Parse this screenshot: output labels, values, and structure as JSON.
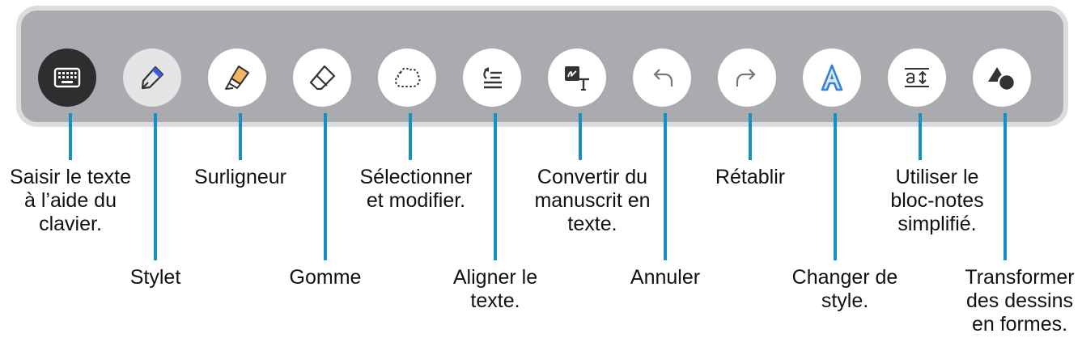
{
  "toolbar": {
    "tools": [
      {
        "id": "keyboard",
        "icon": "keyboard-icon",
        "label": "Saisir le texte\nà l’aide du\nclavier."
      },
      {
        "id": "pen",
        "icon": "pen-icon",
        "label": "Stylet"
      },
      {
        "id": "highlighter",
        "icon": "highlighter-icon",
        "label": "Surligneur"
      },
      {
        "id": "eraser",
        "icon": "eraser-icon",
        "label": "Gomme"
      },
      {
        "id": "selection",
        "icon": "lasso-icon",
        "label": "Sélectionner\net modifier."
      },
      {
        "id": "align",
        "icon": "align-text-icon",
        "label": "Aligner le\ntexte."
      },
      {
        "id": "convert",
        "icon": "handwriting-to-text-icon",
        "label": "Convertir du\nmanuscrit en\ntexte."
      },
      {
        "id": "undo",
        "icon": "undo-icon",
        "label": "Annuler"
      },
      {
        "id": "redo",
        "icon": "redo-icon",
        "label": "Rétablir"
      },
      {
        "id": "style",
        "icon": "style-icon",
        "label": "Changer de\nstyle."
      },
      {
        "id": "simple-notepad",
        "icon": "text-size-icon",
        "label": "Utiliser le\nbloc-notes\nsimplifié."
      },
      {
        "id": "shapes",
        "icon": "shapes-icon",
        "label": "Transformer\ndes dessins\nen formes."
      }
    ]
  },
  "colors": {
    "toolbar_bg": "#a9abae",
    "toolbar_border": "#dcdddf",
    "leader_line": "#1490c2",
    "pen_blue": "#3b5bd9",
    "highlighter_orange": "#f5b463",
    "style_blue": "#2f83d8"
  }
}
